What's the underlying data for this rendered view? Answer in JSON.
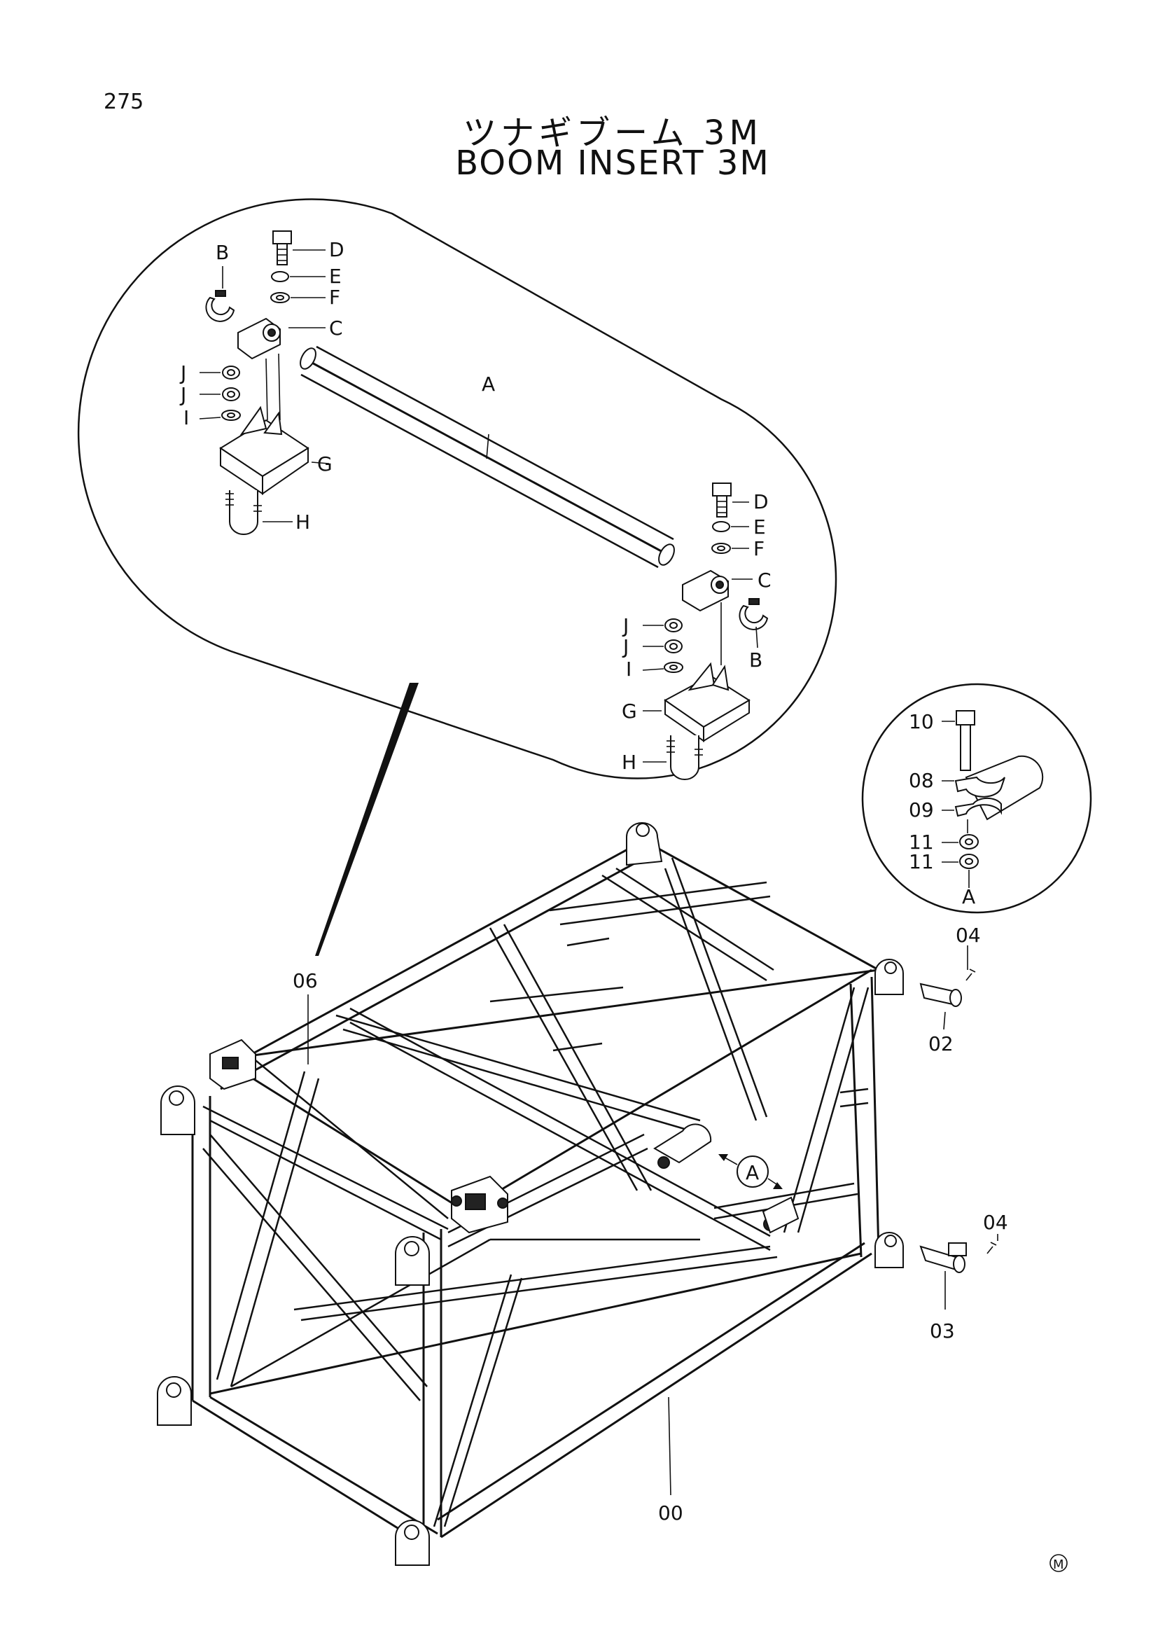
{
  "page_number": "275",
  "title_jp": "ツナギブーム 3M",
  "title_en": "BOOM INSERT 3M",
  "mark": "M",
  "detail_view_marker": "A",
  "labels": {
    "A": "A",
    "B": "B",
    "C": "C",
    "D": "D",
    "E": "E",
    "F": "F",
    "G": "G",
    "H": "H",
    "I": "I",
    "J": "J",
    "p00": "00",
    "p02": "02",
    "p03": "03",
    "p04": "04",
    "p06": "06",
    "p08": "08",
    "p09": "09",
    "p10": "10",
    "p11": "11"
  }
}
